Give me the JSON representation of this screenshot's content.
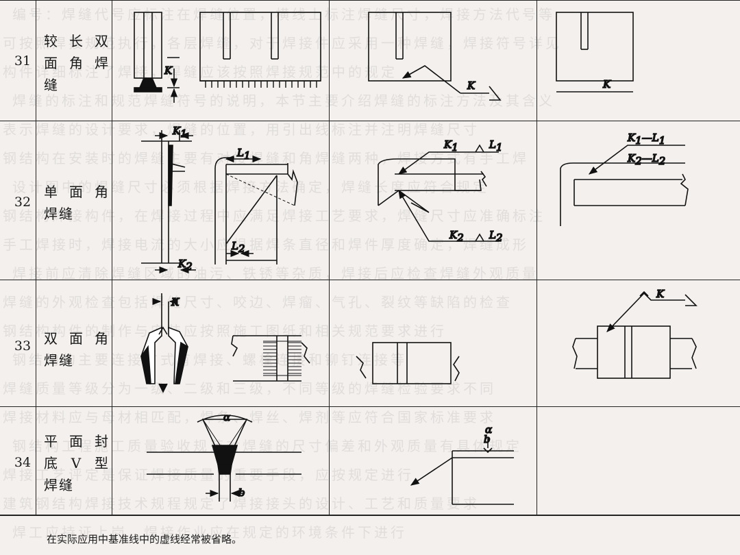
{
  "rows": [
    {
      "num": "31",
      "name_lines": [
        "较长双",
        "面角焊",
        "缝"
      ]
    },
    {
      "num": "32",
      "name_lines": [
        "单面角",
        "焊缝"
      ]
    },
    {
      "num": "33",
      "name_lines": [
        "双面角",
        "焊缝"
      ]
    },
    {
      "num": "34",
      "name_lines": [
        "平面封",
        "底V型",
        "焊缝"
      ]
    }
  ],
  "symbols": {
    "K": "K",
    "K1": "K",
    "K2": "K",
    "L1": "L",
    "L2": "L",
    "sub1": "1",
    "sub2": "2",
    "dash": "—",
    "alpha": "α",
    "b": "b"
  },
  "footnote": "在实际应用中基准线中的虚线经常被省略。",
  "ghost_text": [
    "编号：焊缝代号应标注在焊缝位置，横线上标注焊缝尺寸，焊接方法代号等",
    "可按照焊接规范执行，各层焊缝，对于焊接件应采用一种焊缝，焊接符号详见",
    "构件详细标注了焊接，焊缝应该按照焊接规范中的规定",
    "焊缝的标注和规范焊缝符号的说明，本节主要介绍焊缝的标注方法及其含义",
    "表示焊缝的设计要求，焊缝的位置，用引出线标注并注明焊缝尺寸",
    "钢结构在安装时的焊缝主要有对接焊缝和角焊缝两种，焊接方式有手工焊",
    "设计图中的焊缝尺寸必须根据焊接方法确定，焊缝长度应符合规定",
    "钢结构焊接构件，在焊接过程中应满足焊接工艺要求，焊缝尺寸应准确标注",
    "手工焊接时，焊接电流的大小应根据焊条直径和焊件厚度确定，焊缝成形",
    "焊接前应清除焊缝区域的油污、铁锈等杂质，焊接后应检查焊缝外观质量",
    "焊缝的外观检查包括焊缝尺寸、咬边、焊瘤、气孔、裂纹等缺陷的检查",
    "钢结构构件的制作与安装应按照施工图纸和相关规范要求进行",
    "钢结构的主要连接方式有焊接、螺栓连接和铆钉连接等",
    "焊缝质量等级分为一级、二级和三级，不同等级的焊缝检验要求不同",
    "焊接材料应与母材相匹配，焊条、焊丝、焊剂等应符合国家标准要求",
    "钢结构工程施工质量验收规范对焊缝的尺寸偏差和外观质量有具体规定",
    "焊接工艺评定是保证焊接质量的重要手段，应按规定进行",
    "建筑钢结构焊接技术规程规定了焊接接头的设计、工艺和质量要求",
    "焊工应持证上岗，焊接作业应在规定的环境条件下进行"
  ]
}
